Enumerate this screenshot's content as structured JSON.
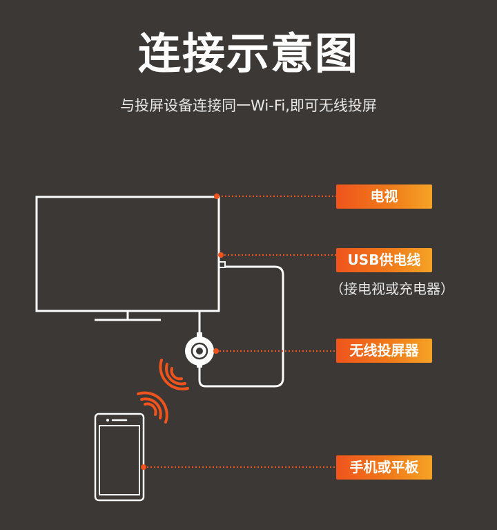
{
  "title": "连接示意图",
  "subtitle": "与投屏设备连接同一Wi-Fi,即可无线投屏",
  "labels": {
    "tv": "电视",
    "usb_cable": "USB供电线",
    "usb_note": "（接电视或充电器）",
    "dongle": "无线投屏器",
    "phone": "手机或平板"
  },
  "colors": {
    "background": "#3b3836",
    "accent": "#f0541c",
    "accent_light": "#f5a326",
    "outline": "#ffffff"
  }
}
